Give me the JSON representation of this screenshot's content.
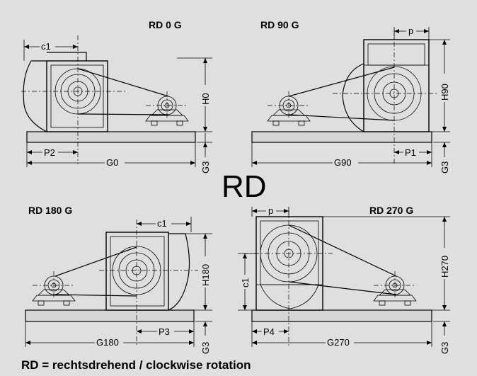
{
  "diagram": {
    "main_label": "RD",
    "caption": "RD = rechtsdrehend / clockwise rotation",
    "views": [
      {
        "title": "RD 0 G",
        "dims": {
          "c": "c1",
          "h": "H0",
          "p": "P2",
          "g": "G0",
          "g3": "G3"
        }
      },
      {
        "title": "RD 90 G",
        "dims": {
          "c": "p",
          "h": "H90",
          "p": "P1",
          "g": "G90",
          "g3": "G3"
        }
      },
      {
        "title": "RD 180 G",
        "dims": {
          "c": "c1",
          "h": "H180",
          "p": "P3",
          "g": "G180",
          "g3": "G3"
        }
      },
      {
        "title": "RD 270 G",
        "dims": {
          "c": "p",
          "h": "H270",
          "p": "P4",
          "g": "G270",
          "g3": "G3",
          "c1": "c1"
        }
      }
    ]
  }
}
